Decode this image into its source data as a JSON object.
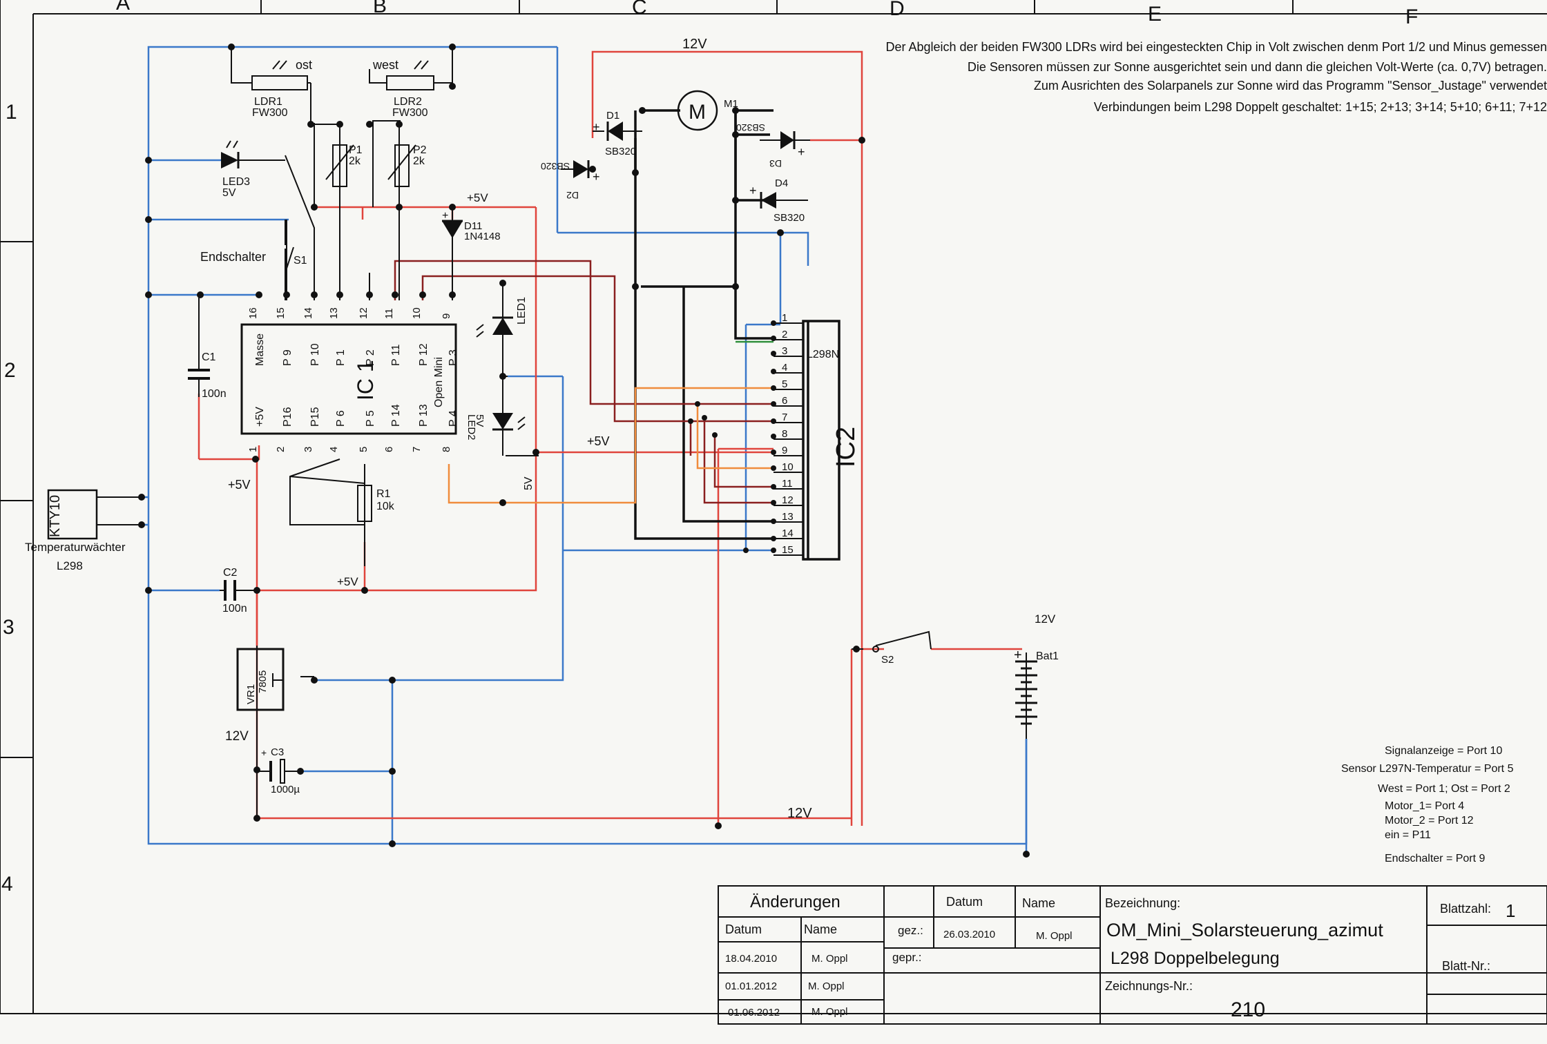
{
  "frame": {
    "columns": [
      "A",
      "B",
      "C",
      "D",
      "E",
      "F"
    ],
    "rows": [
      "1",
      "2",
      "3",
      "4"
    ]
  },
  "header_notes": [
    "Der Abgleich der beiden FW300 LDRs wird bei eingesteckten Chip in Volt zwischen denm Port 1/2 und Minus gemessen",
    "Die Sensoren müssen zur Sonne ausgerichtet sein und dann die gleichen Volt-Werte (ca. 0,7V) betragen.",
    "Zum Ausrichten des Solarpanels zur Sonne wird das Programm \"Sensor_Justage\" verwendet",
    "Verbindungen beim L298 Doppelt geschaltet: 1+15; 2+13; 3+14; 5+10; 6+11; 7+12"
  ],
  "port_notes": [
    "Signalanzeige = Port 10",
    "Sensor L297N-Temperatur = Port 5",
    "West = Port 1; Ost = Port 2",
    "Motor_1= Port  4",
    "Motor_2 = Port 12",
    "ein = P11",
    "Endschalter = Port 9"
  ],
  "components": {
    "ldr1": {
      "name": "LDR1",
      "type": "FW300",
      "side": "ost"
    },
    "ldr2": {
      "name": "LDR2",
      "type": "FW300",
      "side": "west"
    },
    "p1": {
      "name": "P1",
      "value": "2k"
    },
    "p2": {
      "name": "P2",
      "value": "2k"
    },
    "led3": {
      "name": "LED3",
      "value": "5V"
    },
    "s1": {
      "name": "S1",
      "label": "Endschalter"
    },
    "d11": {
      "name": "D11",
      "type": "1N4148"
    },
    "led1": {
      "name": "LED1"
    },
    "led2": {
      "name": "LED2",
      "value": "5V"
    },
    "c1": {
      "name": "C1",
      "value": "100n"
    },
    "c2": {
      "name": "C2",
      "value": "100n"
    },
    "c3": {
      "name": "C3",
      "value": "1000µ"
    },
    "r1": {
      "name": "R1",
      "value": "10k"
    },
    "kty": {
      "name": "KTY10",
      "label1": "Temperaturwächter",
      "label2": "L298"
    },
    "vr1": {
      "name": "VR1",
      "type": "7805"
    },
    "m1": {
      "name": "M1",
      "symbol": "M"
    },
    "d1": {
      "name": "D1",
      "type": "SB320"
    },
    "d2": {
      "name": "D2",
      "type": "SB320"
    },
    "d3": {
      "name": "D3",
      "type": "SB320"
    },
    "d4": {
      "name": "D4",
      "type": "SB320"
    },
    "s2": {
      "name": "S2"
    },
    "bat1": {
      "name": "Bat1",
      "voltage": "12V"
    }
  },
  "ic1": {
    "name": "IC 1",
    "subtitle": "Open Mini",
    "pin_numbers_top": [
      "16",
      "15",
      "14",
      "13",
      "12",
      "11",
      "10",
      "9"
    ],
    "pin_labels_top": [
      "Masse",
      "P 9",
      "P 10",
      "P 1",
      "P 2",
      "P 11",
      "P 12",
      "P 3"
    ],
    "pin_numbers_bottom": [
      "1",
      "2",
      "3",
      "4",
      "5",
      "6",
      "7",
      "8"
    ],
    "pin_labels_bottom": [
      "+5V",
      "P16",
      "P15",
      "P 6",
      "P 5",
      "P 14",
      "P 13",
      "P 4"
    ]
  },
  "ic2": {
    "name": "IC2",
    "part": "L298N",
    "pins": [
      "1",
      "2",
      "3",
      "4",
      "5",
      "6",
      "7",
      "8",
      "9",
      "10",
      "11",
      "12",
      "13",
      "14",
      "15"
    ]
  },
  "voltage_labels": {
    "v12_top": "12V",
    "v5_d11": "+5V",
    "v5_right": "+5V",
    "v5_left": "+5V",
    "v5_r1": "+5V",
    "v5_led2": "5V",
    "v12_vr": "12V",
    "v12_bottom": "12V"
  },
  "title_block": {
    "aenderungen": "Änderungen",
    "col_datum": "Datum",
    "col_name": "Name",
    "rev_dates": [
      "18.04.2010",
      "01.01.2012",
      "01.06.2012"
    ],
    "rev_names": [
      "M. Oppl",
      "M. Oppl",
      "M. Oppl"
    ],
    "datum_header": "Datum",
    "name_header": "Name",
    "gez_label": "gez.:",
    "gez_date": "26.03.2010",
    "gez_name": "M. Oppl",
    "gepr_label": "gepr.:",
    "bezeichnung_label": "Bezeichnung:",
    "title1": "OM_Mini_Solarsteuerung_azimut",
    "title2": "L298 Doppelbelegung",
    "zeichnungs_label": "Zeichnungs-Nr.:",
    "zeichnungs_nr": "210",
    "blattzahl_label": "Blattzahl:",
    "blattzahl": "1",
    "blatt_nr_label": "Blatt-Nr.:"
  },
  "colors": {
    "wire_blue": "#3a78c9",
    "wire_red": "#e0443c",
    "wire_black": "#111111",
    "wire_darkred": "#8a1f1f",
    "wire_orange": "#f08c3c",
    "wire_green": "#2f8f3a"
  }
}
